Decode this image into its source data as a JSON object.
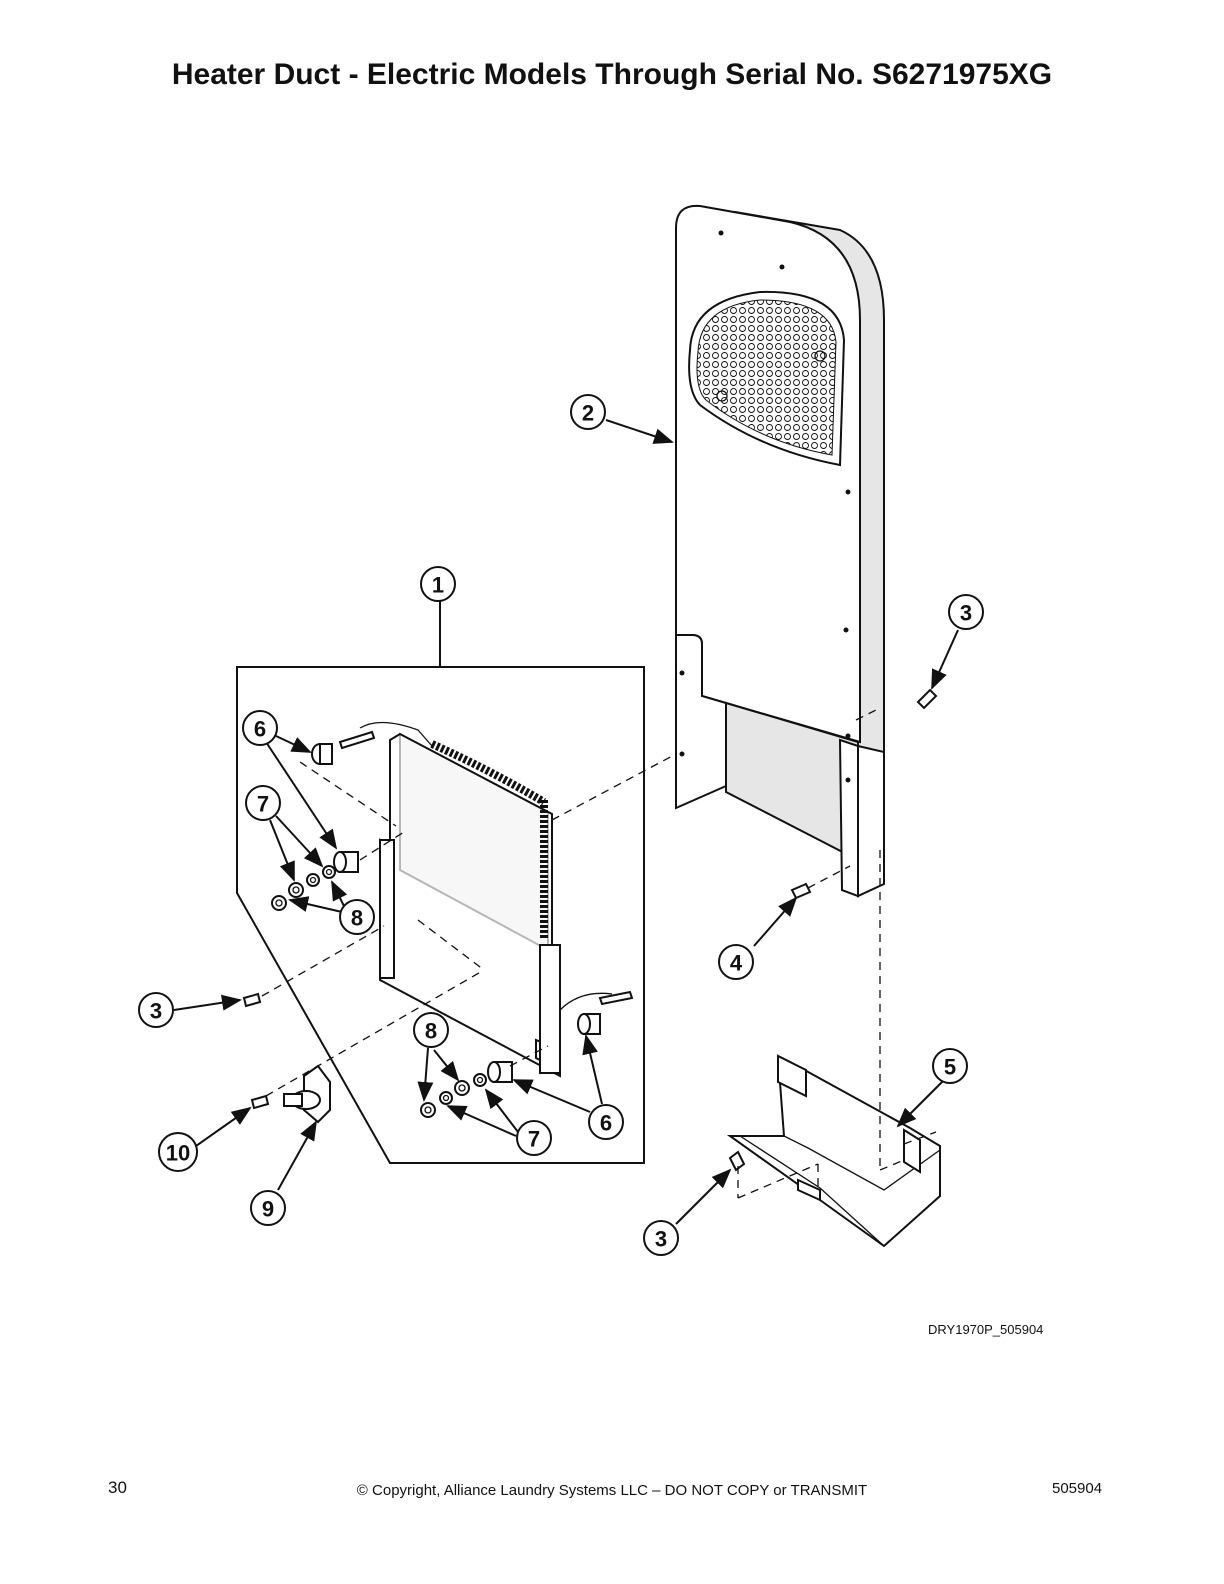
{
  "page": {
    "title": "Heater Duct - Electric Models Through Serial No. S6271975XG",
    "drawing_id": "DRY1970P_505904",
    "footer": {
      "page_number": "30",
      "copyright": "© Copyright, Alliance Laundry Systems LLC – DO NOT COPY or TRANSMIT",
      "doc_number": "505904"
    }
  },
  "callouts": [
    {
      "id": "callout-1",
      "label": "1"
    },
    {
      "id": "callout-2",
      "label": "2"
    },
    {
      "id": "callout-3a",
      "label": "3"
    },
    {
      "id": "callout-3b",
      "label": "3"
    },
    {
      "id": "callout-3c",
      "label": "3"
    },
    {
      "id": "callout-4",
      "label": "4"
    },
    {
      "id": "callout-5",
      "label": "5"
    },
    {
      "id": "callout-6a",
      "label": "6"
    },
    {
      "id": "callout-6b",
      "label": "6"
    },
    {
      "id": "callout-7a",
      "label": "7"
    },
    {
      "id": "callout-7b",
      "label": "7"
    },
    {
      "id": "callout-8a",
      "label": "8"
    },
    {
      "id": "callout-8b",
      "label": "8"
    },
    {
      "id": "callout-9",
      "label": "9"
    },
    {
      "id": "callout-10",
      "label": "10"
    }
  ]
}
